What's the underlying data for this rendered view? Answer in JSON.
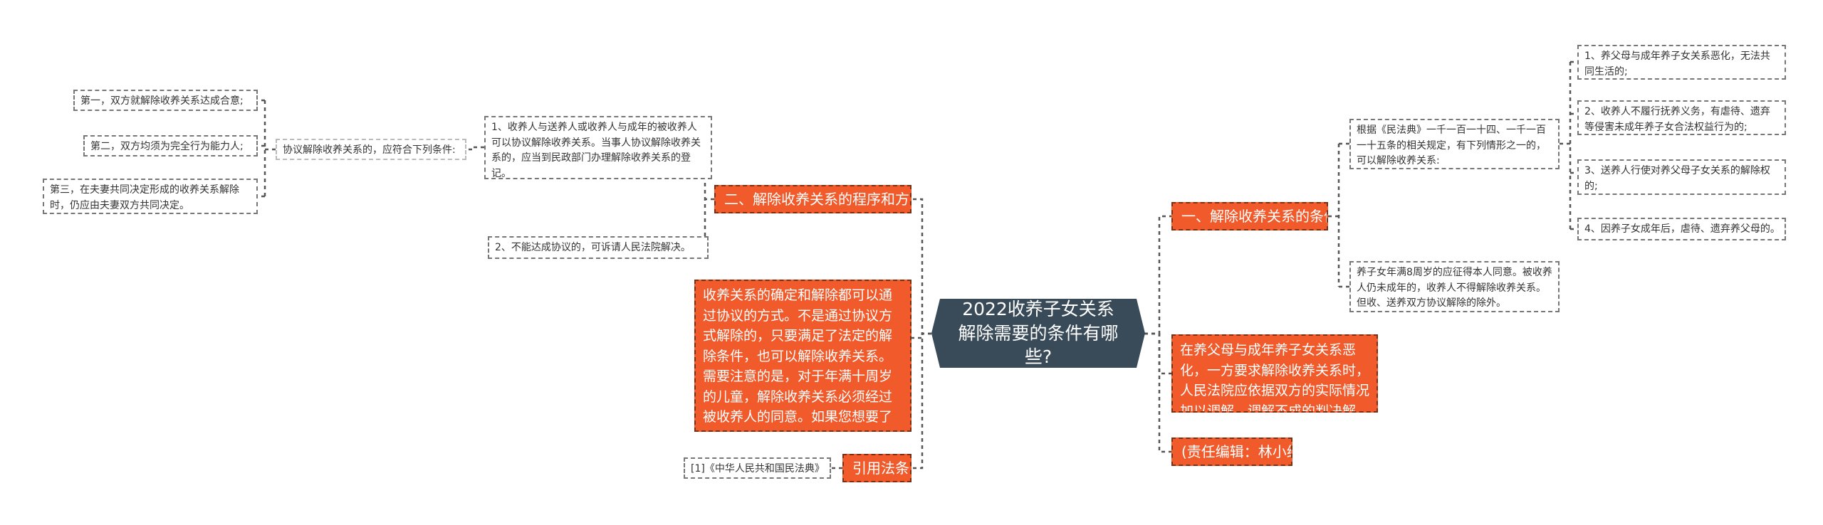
{
  "mindmap": {
    "center": "2022收养子女关系解除需要的条件有哪些?",
    "branch1": {
      "title": "一、解除收养关系的条件",
      "intro": "根据《民法典》一千一百一十四、一千一百一十五条的相关规定，有下列情形之一的，可以解除收养关系:",
      "items": [
        "1、养父母与成年养子女关系恶化，无法共同生活的;",
        "2、收养人不履行抚养义务，有虐待、遗弃等侵害未成年养子女合法权益行为的;",
        "3、送养人行使对养父母子女关系的解除权的;",
        "4、因养子女成年后，虐待、遗弃养父母的。"
      ],
      "note": "养子女年满8周岁的应征得本人同意。被收养人仍未成年的，收养人不得解除收养关系。但收、送养双方协议解除的除外。"
    },
    "right_note": "在养父母与成年养子女关系恶化，一方要求解除收养关系时，人民法院应依据双方的实际情况加以调解，调解不成的判决解除。",
    "editor": "(责任编辑：林小纯)",
    "branch2": {
      "title": "二、解除收养关系的程序和方式",
      "item1": "1、收养人与送养人或收养人与成年的被收养人可以协议解除收养关系。当事人协议解除收养关系的，应当到民政部门办理解除收养关系的登记。",
      "conditions_label": "协议解除收养关系的，应符合下列条件:",
      "conditions": [
        "第一，双方就解除收养关系达成合意;",
        "第二，双方均须为完全行为能力人;",
        "第三，在夫妻共同决定形成的收养关系解除时，仍应由夫妻双方共同决定。"
      ],
      "item2": "2、不能达成协议的，可诉请人民法院解决。"
    },
    "left_note": "收养关系的确定和解除都可以通过协议的方式。不是通过协议方式解除的，只要满足了法定的解除条件，也可以解除收养关系。需要注意的是，对于年满十周岁的儿童，解除收养关系必须经过被收养人的同意。如果您想要了解更多的知识，可以与相关的律师咨询。",
    "law": {
      "title": "引用法条",
      "ref": "[1]《中华人民共和国民法典》"
    }
  }
}
